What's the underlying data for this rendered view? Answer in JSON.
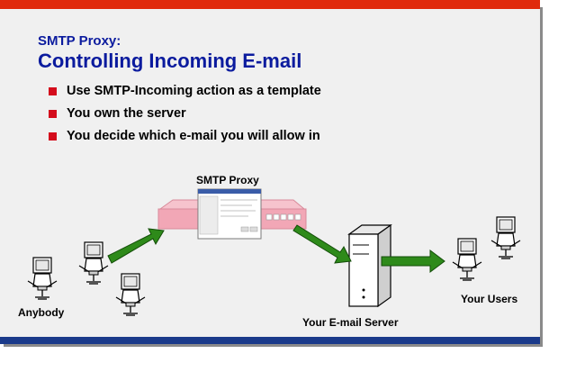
{
  "slide": {
    "subtitle": "SMTP Proxy:",
    "title": "Controlling Incoming E-mail",
    "bullets": [
      "Use SMTP-Incoming action as a template",
      "You own the server",
      "You decide which e-mail you will allow in"
    ]
  },
  "diagram": {
    "proxy_label": "SMTP Proxy",
    "anybody_label": "Anybody",
    "server_label": "Your E-mail Server",
    "users_label": "Your Users"
  },
  "colors": {
    "title": "#0b1b9e",
    "bullet": "#d40c1c",
    "top_bar": "#e02a0c",
    "bottom_bar": "#1a3a8a",
    "arrow": "#2e8a1a",
    "firewall": "#f2a7b6"
  }
}
